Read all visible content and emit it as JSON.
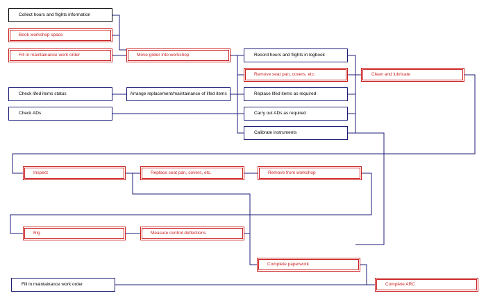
{
  "nodes": {
    "collect": "Collect hours and flights information",
    "book": "Book workshop space",
    "fill_order_top": "Fill in maintainance work order",
    "move": "Move glider into workshop",
    "record": "Record hours and flights in logbook",
    "remove_seat": "Remove seat pan, covers, etc.",
    "clean": "Clean and lubricate",
    "check_lifed": "Check lifed items status",
    "arrange": "Arrange replacement/maintainance of lifed items",
    "replace_lifed": "Replace lifed items as required",
    "check_ads": "Check ADs",
    "carry_ads": "Carry out ADs as required",
    "calibrate": "Calibrate instruments",
    "inspect": "Inspect",
    "replace_seat": "Replace seat pan, covers, etc.",
    "remove_workshop": "Remove from workshop",
    "rig": "Rig",
    "measure": "Measure control deflections",
    "paperwork": "Complete paperwork",
    "fill_order_bottom": "Fill in maintainance work order",
    "arc": "Complete ARC"
  },
  "colors": {
    "red": "#cc2222",
    "blue": "#1c1c78",
    "black": "#000000"
  }
}
